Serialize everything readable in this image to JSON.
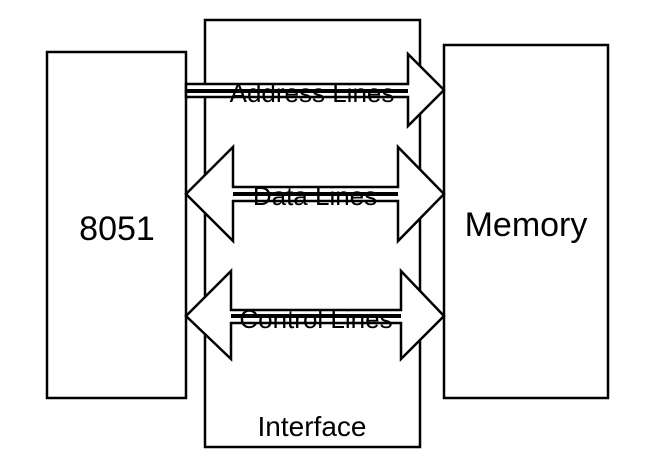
{
  "diagram": {
    "blocks": {
      "cpu": {
        "label": "8051"
      },
      "interface": {
        "label": "Interface"
      },
      "memory": {
        "label": "Memory"
      }
    },
    "connections": [
      {
        "label": "Address Lines",
        "direction": "to-memory"
      },
      {
        "label": "Data Lines",
        "direction": "bidirectional"
      },
      {
        "label": "Control Lines",
        "direction": "bidirectional"
      }
    ]
  }
}
